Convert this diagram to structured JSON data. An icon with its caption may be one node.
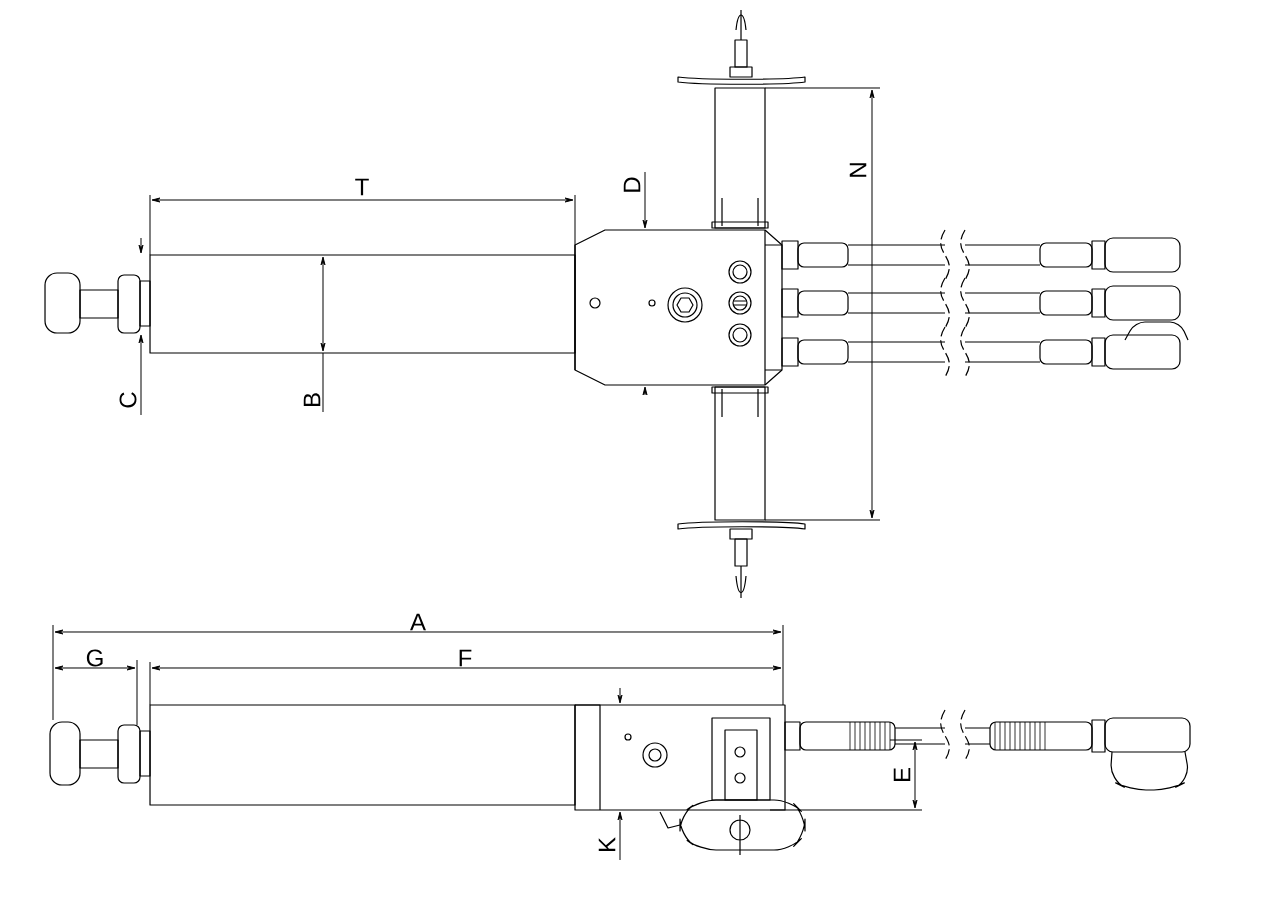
{
  "diagram": {
    "labels": [
      "N",
      "D",
      "T",
      "C",
      "B",
      "A",
      "G",
      "F",
      "E",
      "K"
    ]
  }
}
